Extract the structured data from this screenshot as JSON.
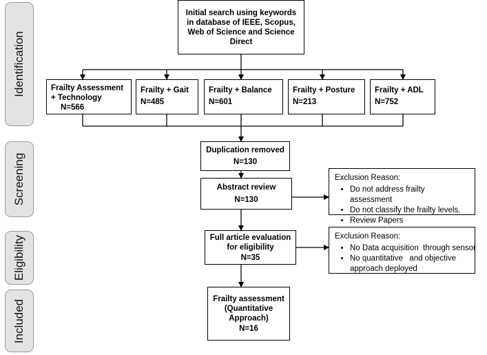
{
  "phases": [
    "Identification",
    "Screening",
    "Eligibility",
    "Included"
  ],
  "initial_search": "Initial search using keywords in database of IEEE, Scopus, Web of Science and Science Direct",
  "sources": [
    {
      "title": "Frailty Assessment + Technology",
      "count": "N=566"
    },
    {
      "title": "Frailty + Gait",
      "count": "N=485"
    },
    {
      "title": "Frailty + Balance",
      "count": "N=601"
    },
    {
      "title": "Frailty + Posture",
      "count": "N=213"
    },
    {
      "title": "Frailty + ADL",
      "count": "N=752"
    }
  ],
  "duplication": {
    "title": "Duplication removed",
    "count": "N=130"
  },
  "abstract_review": {
    "title": "Abstract review",
    "count": "N=130"
  },
  "full_article": {
    "title": "Full article evaluation for eligibility",
    "count": "N=35"
  },
  "included": {
    "title": "Frailty assessment (Quantitative Approach)",
    "count": "N=16"
  },
  "exclusion_screening": {
    "title": "Exclusion Reason:",
    "items": [
      "Do not address frailty assessment",
      "Do not classify the frailty levels.",
      "Review Papers"
    ]
  },
  "exclusion_eligibility": {
    "title": "Exclusion Reason:",
    "items": [
      "No Data acquisition  through sensor",
      "No quantitative   and objective approach deployed"
    ]
  }
}
